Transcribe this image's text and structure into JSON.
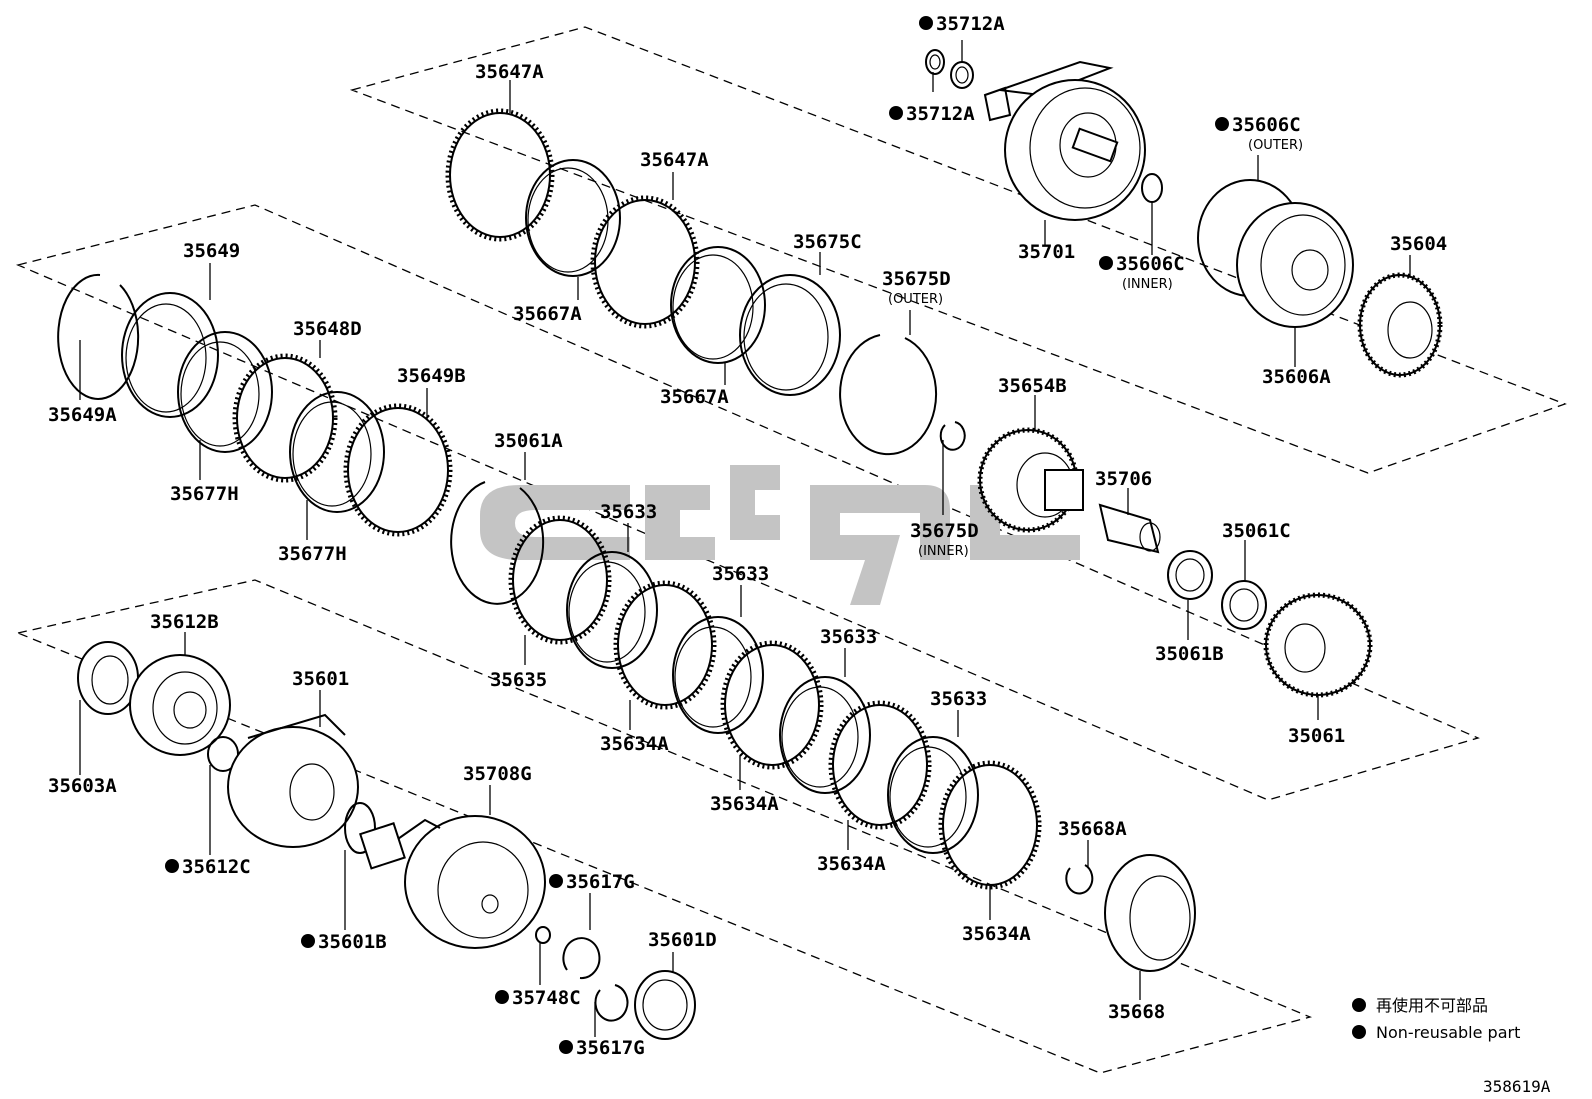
{
  "labels": {
    "p35647A_1": "35647A",
    "p35647A_2": "35647A",
    "p35712A_1": "35712A",
    "p35712A_2": "35712A",
    "p35606C_outer": "35606C",
    "p35606C_outer_sub": "(OUTER)",
    "p35701": "35701",
    "p35606C_inner": "35606C",
    "p35606C_inner_sub": "(INNER)",
    "p35604": "35604",
    "p35606A": "35606A",
    "p35667A_1": "35667A",
    "p35667A_2": "35667A",
    "p35675C": "35675C",
    "p35675D_outer": "35675D",
    "p35675D_outer_sub": "(OUTER)",
    "p35675D_inner": "35675D",
    "p35675D_inner_sub": "(INNER)",
    "p35654B": "35654B",
    "p35706": "35706",
    "p35061C": "35061C",
    "p35061B": "35061B",
    "p35061": "35061",
    "p35649": "35649",
    "p35649A": "35649A",
    "p35648D": "35648D",
    "p35649B": "35649B",
    "p35677H_1": "35677H",
    "p35677H_2": "35677H",
    "p35061A": "35061A",
    "p35635": "35635",
    "p35633_1": "35633",
    "p35633_2": "35633",
    "p35633_3": "35633",
    "p35633_4": "35633",
    "p35634A_1": "35634A",
    "p35634A_2": "35634A",
    "p35634A_3": "35634A",
    "p35634A_4": "35634A",
    "p35612B": "35612B",
    "p35601": "35601",
    "p35603A": "35603A",
    "p35612C": "35612C",
    "p35708G": "35708G",
    "p35601B": "35601B",
    "p35617G_1": "35617G",
    "p35617G_2": "35617G",
    "p35748C": "35748C",
    "p35601D": "35601D",
    "p35668A": "35668A",
    "p35668": "35668"
  },
  "legend": {
    "line_jp": "再使用不可部品",
    "line_en": "Non-reusable part"
  },
  "illustration_id": "358619A",
  "symbols": {
    "non_reusable_marker": "filled-circle",
    "color_ink": "#000000",
    "color_watermark": "#c4c4c4"
  }
}
